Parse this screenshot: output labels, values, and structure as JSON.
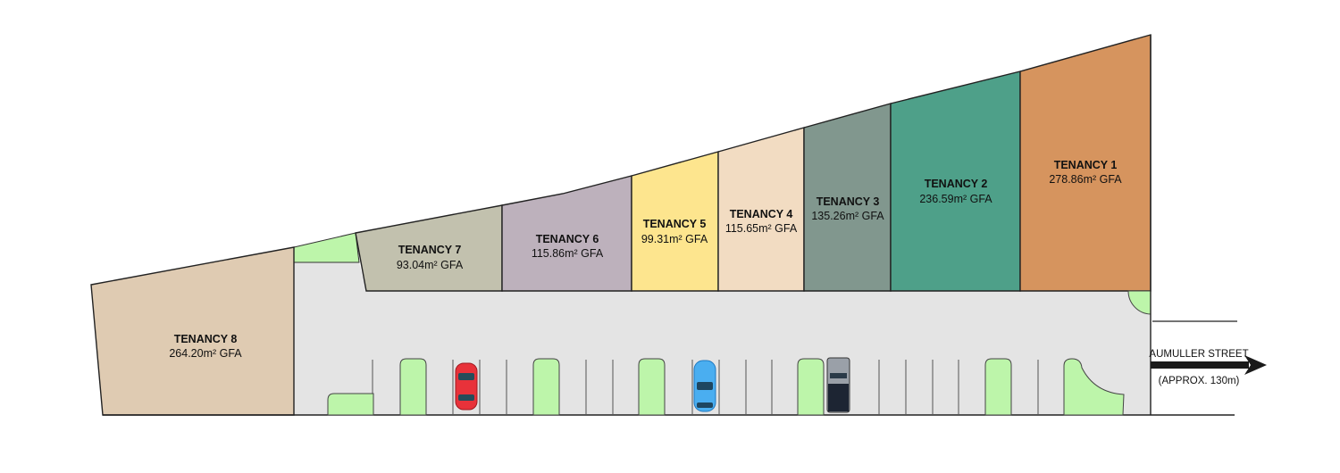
{
  "tenancies": [
    {
      "name": "TENANCY 1",
      "area": "278.86m² GFA",
      "color": "#d6945e"
    },
    {
      "name": "TENANCY 2",
      "area": "236.59m² GFA",
      "color": "#4ea089"
    },
    {
      "name": "TENANCY 3",
      "area": "135.26m² GFA",
      "color": "#81978e"
    },
    {
      "name": "TENANCY 4",
      "area": "115.65m² GFA",
      "color": "#f2dcc2"
    },
    {
      "name": "TENANCY 5",
      "area": "99.31m² GFA",
      "color": "#fde58e"
    },
    {
      "name": "TENANCY 6",
      "area": "115.86m² GFA",
      "color": "#bdb1bc"
    },
    {
      "name": "TENANCY 7",
      "area": "93.04m² GFA",
      "color": "#c2c1ae"
    },
    {
      "name": "TENANCY 8",
      "area": "264.20m² GFA",
      "color": "#dfcbb2"
    }
  ],
  "street": {
    "name": "AUMULLER STREET",
    "distance": "(APPROX. 130m)"
  },
  "colors": {
    "landscape": "#bdf5aa",
    "carpark": "#e4e4e4"
  }
}
